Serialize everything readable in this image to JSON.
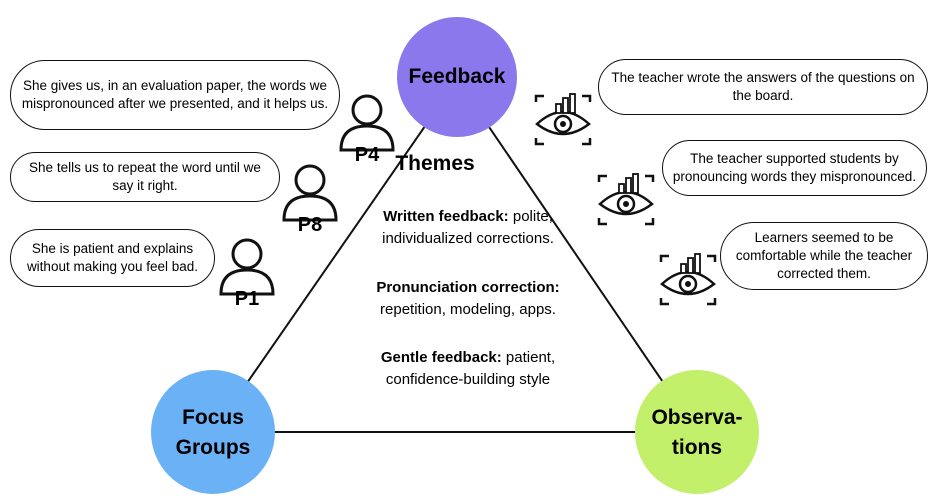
{
  "colors": {
    "feedback": "#8B78EC",
    "focus_groups": "#6AB1F5",
    "observations": "#C2F06A",
    "lines": "#111111"
  },
  "nodes": {
    "feedback": {
      "label": "Feedback"
    },
    "focus_groups": {
      "line1": "Focus",
      "line2": "Groups"
    },
    "observations": {
      "line1": "Observa-",
      "line2": "tions"
    }
  },
  "themes": {
    "title": "Themes",
    "items": [
      {
        "heading": "Written feedback:",
        "text_a": " polite,",
        "text_b": "individualized corrections."
      },
      {
        "heading": "Pronunciation correction:",
        "text_b": "repetition, modeling, apps."
      },
      {
        "heading": "Gentle feedback:",
        "text_a": " patient,",
        "text_b": "confidence-building style"
      }
    ]
  },
  "participants": [
    {
      "tag": "P4",
      "icon": "person-icon",
      "quote": "She gives us, in an evaluation paper, the words we mispronounced after we presented, and it helps us."
    },
    {
      "tag": "P8",
      "icon": "person-icon",
      "quote": "She tells us to repeat the word until we say it right."
    },
    {
      "tag": "P1",
      "icon": "person-icon",
      "quote": "She is patient and explains without making you feel bad."
    }
  ],
  "observations": [
    {
      "icon": "eye-chart-icon",
      "text": "The teacher wrote the answers of the questions on the board."
    },
    {
      "icon": "eye-chart-icon",
      "text": "The teacher supported students by pronouncing words they mispronounced."
    },
    {
      "icon": "eye-chart-icon",
      "text": "Learners seemed to be comfortable while the teacher corrected them."
    }
  ]
}
